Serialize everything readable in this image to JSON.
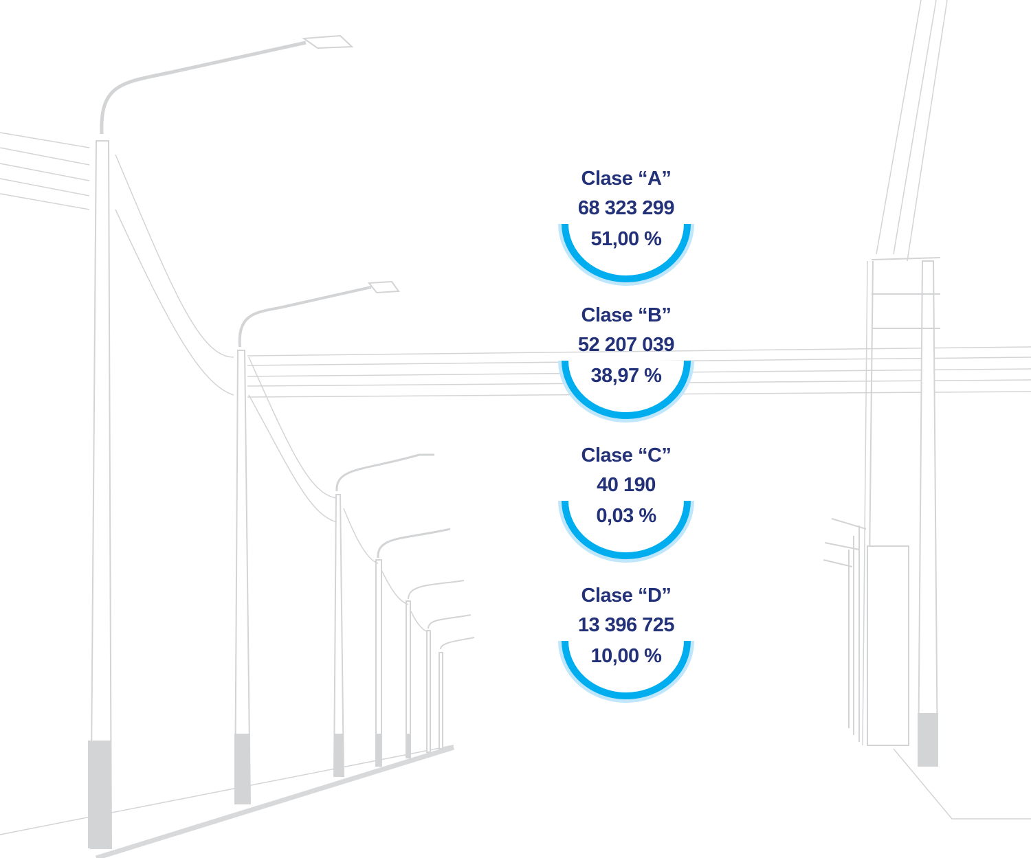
{
  "colors": {
    "text": "#233178",
    "ring": "#00adef",
    "ring_outer": "#bfe6fa",
    "lines": "#d3d4d6"
  },
  "classes": [
    {
      "title": "Clase “A”",
      "count": "68 323 299",
      "percent": "51,00 %",
      "percent_value": 51.0
    },
    {
      "title": "Clase “B”",
      "count": "52 207 039",
      "percent": "38,97 %",
      "percent_value": 38.97
    },
    {
      "title": "Clase “C”",
      "count": "40 190",
      "percent": "0,03 %",
      "percent_value": 0.03
    },
    {
      "title": "Clase “D”",
      "count": "13 396 725",
      "percent": "10,00 %",
      "percent_value": 10.0
    }
  ]
}
